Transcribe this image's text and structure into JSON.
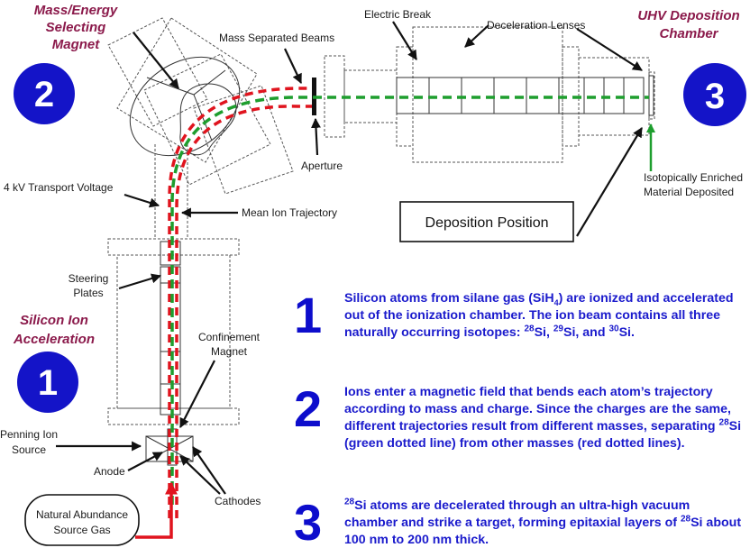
{
  "stage_titles": {
    "magnet_line1": "Mass/Energy",
    "magnet_line2": "Selecting",
    "magnet_line3": "Magnet",
    "uhv_line1": "UHV Deposition",
    "uhv_line2": "Chamber",
    "accel_line1": "Silicon Ion",
    "accel_line2": "Acceleration"
  },
  "stage_numbers": {
    "n1": "1",
    "n2": "2",
    "n3": "3"
  },
  "labels": {
    "electric_break": "Electric Break",
    "deceleration_lenses": "Deceleration Lenses",
    "mass_separated_beams": "Mass Separated Beams",
    "aperture": "Aperture",
    "transport_voltage": "4 kV Transport Voltage",
    "mean_ion_trajectory": "Mean Ion Trajectory",
    "steering_line1": "Steering",
    "steering_line2": "Plates",
    "confinement_line1": "Confinement",
    "confinement_line2": "Magnet",
    "penning_line1": "Penning Ion",
    "penning_line2": "Source",
    "anode": "Anode",
    "cathodes": "Cathodes",
    "gas_line1": "Natural Abundance",
    "gas_line2": "Source Gas",
    "deposition_position": "Deposition Position",
    "isotopic_line1": "Isotopically Enriched",
    "isotopic_line2": "Material Deposited"
  },
  "notes": {
    "n1": {
      "number": "1",
      "a": "Silicon atoms from silane gas (SiH",
      "a_sub": "4",
      "b": ") are ionized and accelerated out of the ionization chamber. The ion beam contains all three naturally occurring isotopes: ",
      "iso1_sup": "28",
      "iso1": "Si, ",
      "iso2_sup": "29",
      "iso2": "Si, and ",
      "iso3_sup": "30",
      "iso3": "Si."
    },
    "n2": {
      "number": "2",
      "a": "Ions enter a magnetic field that bends each atom’s trajectory according to mass and charge. Since the charges are the same, different trajectories result from different masses, separating ",
      "sup": "28",
      "b": "Si (green dotted line) from other masses (red dotted lines)."
    },
    "n3": {
      "number": "3",
      "sup1": "28",
      "a": "Si atoms are decelerated through an ultra-high vacuum chamber and strike a target, forming epitaxial layers of ",
      "sup2": "28",
      "b": "Si about 100 nm to 200 nm thick."
    }
  },
  "colors": {
    "title": "#8b1a4b",
    "circle": "#1414c8",
    "note_text": "#1a1acc",
    "red_beam": "#e0141e",
    "green_beam": "#1e9e2e",
    "green_arrow": "#1e9e2e"
  }
}
